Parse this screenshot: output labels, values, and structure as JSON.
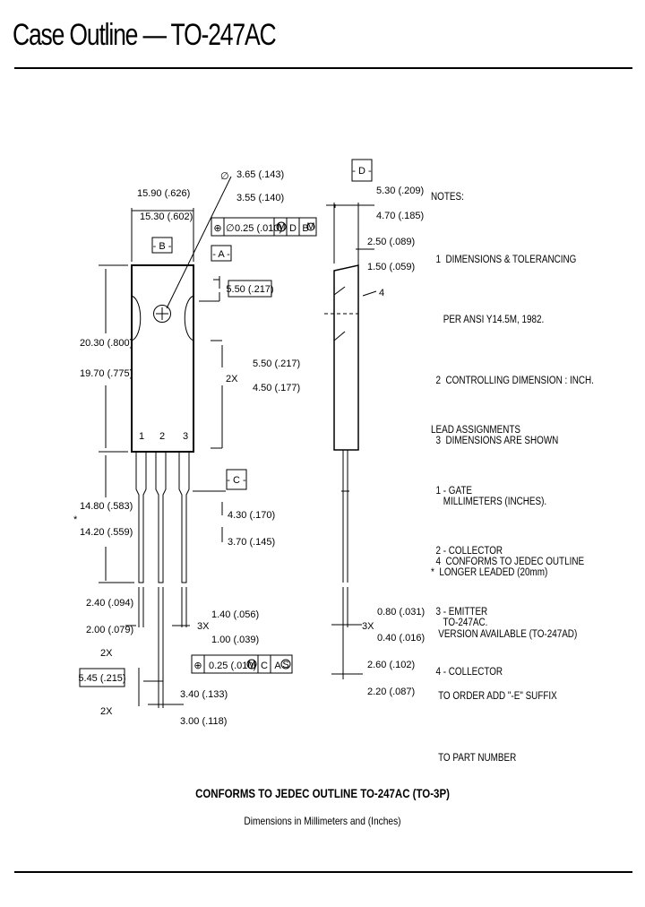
{
  "title": "Case Outline — TO-247AC",
  "datums": {
    "a": "- A -",
    "b": "- B -",
    "c": "- C -",
    "d": "- D -"
  },
  "dims": {
    "width_max": "15.90 (.626)",
    "width_min": "15.30 (.602)",
    "hole_max": "3.65 (.143)",
    "hole_min": "3.55 (.140)",
    "fcf_hole": "0.25 (.010)",
    "fcf_hole_refs": [
      "M",
      "D",
      "B",
      "M"
    ],
    "tab_height": "5.50 (.217)",
    "height_max": "20.30 (.800)",
    "height_min": "19.70 (.775)",
    "side_2x": "2X",
    "side_max": "5.50 (.217)",
    "side_min": "4.50 (.177)",
    "lead_len_max": "14.80 (.583)",
    "lead_len_min": "14.20 (.559)",
    "lead_len_note": "*",
    "stand_max": "4.30 (.170)",
    "stand_min": "3.70 (.145)",
    "lead_w_max": "2.40 (.094)",
    "lead_w_min": "2.00 (.079)",
    "lead_w_2x": "2X",
    "lead_3x": "3X",
    "lead_t_max": "1.40 (.056)",
    "lead_t_min": "1.00 (.039)",
    "fcf_lead": "0.25 (.010)",
    "fcf_lead_refs": [
      "M",
      "C",
      "A",
      "S"
    ],
    "pitch": "5.45 (.215)",
    "pitch_2x": "2X",
    "lead_sp_max": "3.40 (.133)",
    "lead_sp_min": "3.00 (.118)",
    "thk_max": "5.30 (.209)",
    "thk_min": "4.70 (.185)",
    "flange_max": "2.50 (.089)",
    "flange_min": "1.50 (.059)",
    "callout_4": "4",
    "lead_th_3x": "3X",
    "lead_th_max": "0.80 (.031)",
    "lead_th_min": "0.40 (.016)",
    "side_lead_max": "2.60 (.102)",
    "side_lead_min": "2.20 (.087)",
    "pins": [
      "1",
      "2",
      "3"
    ],
    "diameter_symbol": "∅",
    "position_symbol": "⊕"
  },
  "notes": {
    "heading": "NOTES:",
    "lines": [
      "  1  DIMENSIONS & TOLERANCING",
      "     PER ANSI Y14.5M, 1982.",
      "  2  CONTROLLING DIMENSION : INCH.",
      "  3  DIMENSIONS ARE SHOWN",
      "     MILLIMETERS (INCHES).",
      "  4  CONFORMS TO JEDEC OUTLINE",
      "     TO-247AC."
    ]
  },
  "leads": {
    "heading": "LEAD ASSIGNMENTS",
    "items": [
      "  1 - GATE",
      "  2 - COLLECTOR",
      "  3 - EMITTER",
      "  4 - COLLECTOR"
    ]
  },
  "longer_leaded": {
    "lines": [
      "*  LONGER LEADED (20mm)",
      "   VERSION AVAILABLE (TO-247AD)",
      "   TO ORDER ADD \"-E\" SUFFIX",
      "   TO PART NUMBER"
    ]
  },
  "caption": {
    "main": "CONFORMS TO JEDEC OUTLINE TO-247AC (TO-3P)",
    "sub": "Dimensions in Millimeters and (Inches)"
  }
}
